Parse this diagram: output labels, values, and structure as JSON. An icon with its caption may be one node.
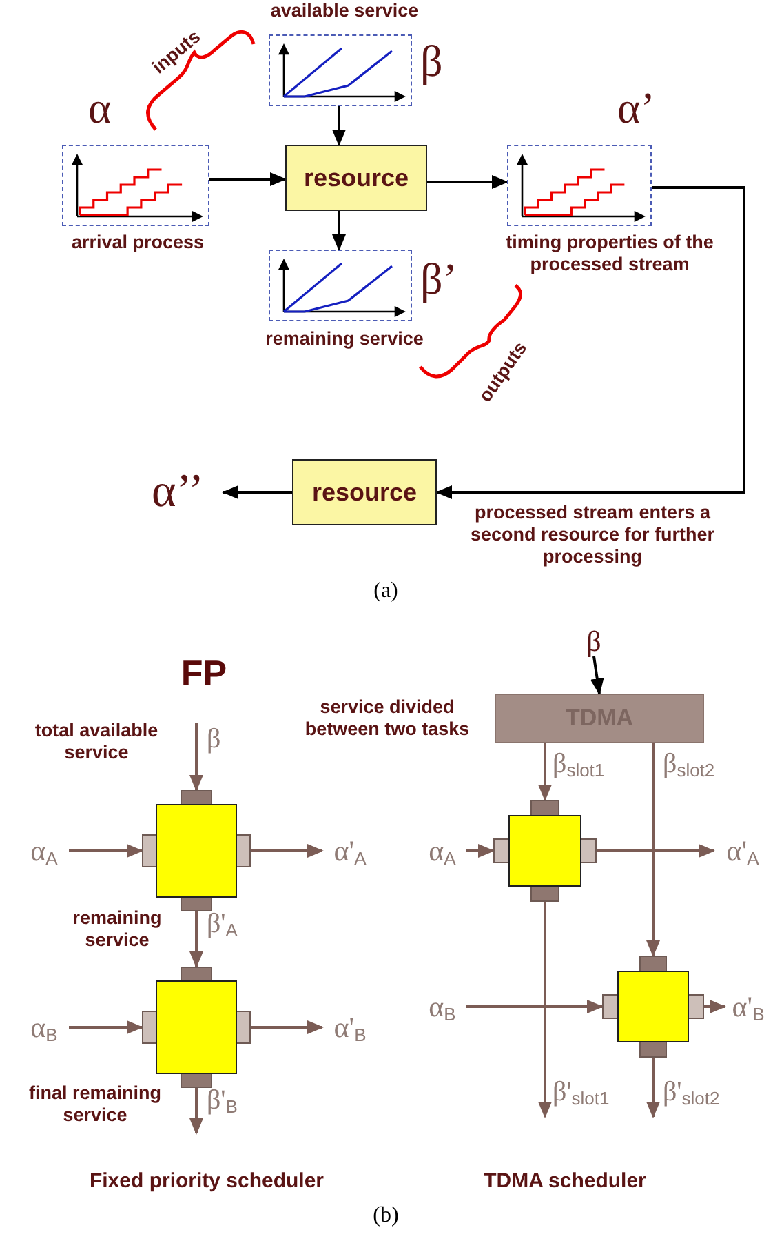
{
  "diagram": {
    "nodes": [
      {
        "text": [
          "α",
          "arrival process"
        ]
      },
      {
        "text": [
          "available service",
          "β"
        ]
      },
      {
        "text": [
          "resource"
        ]
      },
      {
        "text": [
          "β’",
          "remaining service"
        ]
      },
      {
        "text": [
          "α’",
          "timing properties of the processed stream"
        ]
      },
      {
        "text": [
          "resource"
        ]
      },
      {
        "text": [
          "α’’"
        ]
      },
      {
        "text": [
          "α$_{A}$"
        ]
      },
      {
        "text": [],
        "shape": "box"
      },
      {
        "text": [
          "α'$_{A}$"
        ]
      },
      {
        "text": [
          "α$_{B}$"
        ]
      },
      {
        "text": [],
        "shape": "box"
      },
      {
        "text": [
          "α'$_{B}$"
        ]
      },
      {
        "text": [
          "β"
        ]
      },
      {
        "text": [
          "TDMA"
        ]
      },
      {
        "text": [
          "α$_{A}$"
        ]
      },
      {
        "text": [],
        "shape": "box"
      },
      {
        "text": [
          "α'$_{A}$"
        ]
      },
      {
        "text": [
          "α$_{B}$"
        ]
      },
      {
        "text": [],
        "shape": "box"
      },
      {
        "text": [
          "α'$_{B}$"
        ]
      }
    ],
    "edges": [
      {
        "from": 0,
        "to": 2,
        "arrow": "to",
        "color": "#000000"
      },
      {
        "from": 1,
        "to": 2,
        "arrow": "to",
        "color": "#000000"
      },
      {
        "from": 2,
        "to": 3,
        "arrow": "to",
        "color": "#000000"
      },
      {
        "from": 2,
        "to": 4,
        "arrow": "to",
        "color": "#000000"
      },
      {
        "from": 4,
        "to": 5,
        "arrow": "to",
        "color": "#000000",
        "label": "processed stream enters a second resource for further processing"
      },
      {
        "from": 5,
        "to": 6,
        "arrow": "to",
        "color": "#000000"
      },
      {
        "from": null,
        "to": 8,
        "arrow": "to",
        "label": "β"
      },
      {
        "from": 7,
        "to": 8,
        "arrow": "to"
      },
      {
        "from": 8,
        "to": 9,
        "arrow": "to"
      },
      {
        "from": 8,
        "to": 11,
        "arrow": "to",
        "label": "β'$_{A}$"
      },
      {
        "from": 10,
        "to": 11,
        "arrow": "to"
      },
      {
        "from": 11,
        "to": 12,
        "arrow": "to"
      },
      {
        "from": 11,
        "to": null,
        "arrow": "to",
        "label": "β'$_{B}$"
      },
      {
        "from": 13,
        "to": 14,
        "arrow": "to",
        "color": "#000000"
      },
      {
        "from": 14,
        "to": 16,
        "arrow": "to",
        "label": "β$_{slot1}$"
      },
      {
        "from": 14,
        "to": 19,
        "arrow": "to",
        "label": "β$_{slot2}$"
      },
      {
        "from": 15,
        "to": 16,
        "arrow": "to"
      },
      {
        "from": 16,
        "to": 17,
        "arrow": "to"
      },
      {
        "from": 18,
        "to": 19,
        "arrow": "to"
      },
      {
        "from": 19,
        "to": 20,
        "arrow": "to"
      },
      {
        "from": 16,
        "to": null,
        "arrow": "to",
        "label": "β'$_{slot1}$"
      },
      {
        "from": 19,
        "to": null,
        "arrow": "to",
        "label": "β'$_{slot2}$"
      }
    ],
    "labels": [
      "inputs",
      "outputs",
      "(a)",
      "FP",
      "total available service",
      "remaining service",
      "final remaining service",
      "Fixed priority scheduler",
      "service divided between two tasks",
      "TDMA scheduler",
      "(b)"
    ]
  }
}
